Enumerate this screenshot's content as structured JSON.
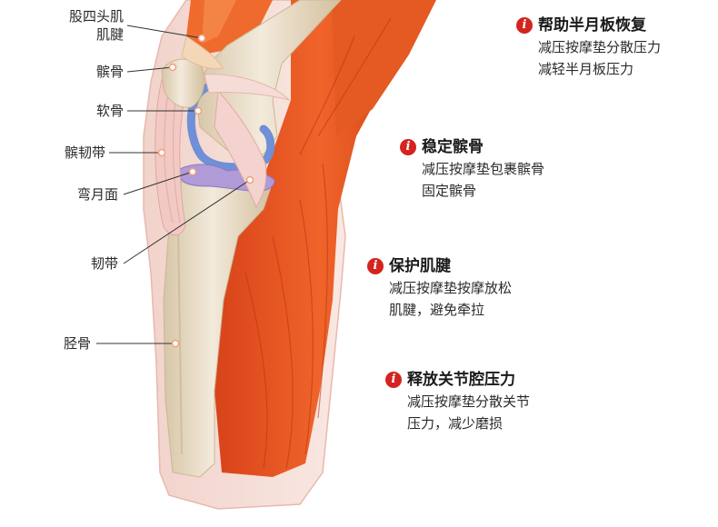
{
  "labels": {
    "quad_tendon_l1": "股四头肌",
    "quad_tendon_l2": "肌腱",
    "patella": "髌骨",
    "cartilage": "软骨",
    "patellar_ligament": "髌韧带",
    "meniscus": "弯月面",
    "ligament": "韧带",
    "tibia": "胫骨"
  },
  "info": [
    {
      "icon": "i",
      "title": "帮助半月板恢复",
      "lines": [
        "减压按摩垫分散压力",
        "减轻半月板压力"
      ]
    },
    {
      "icon": "i",
      "title": "稳定髌骨",
      "lines": [
        "减压按摩垫包裹髌骨",
        "固定髌骨"
      ]
    },
    {
      "icon": "i",
      "title": "保护肌腱",
      "lines": [
        "减压按摩垫按摩放松",
        "肌腱，避免牵拉"
      ]
    },
    {
      "icon": "i",
      "title": "释放关节腔压力",
      "lines": [
        "减压按摩垫分散关节",
        "压力，减少磨损"
      ]
    }
  ],
  "colors": {
    "muscle": "#e8521f",
    "muscle_light": "#f27a3a",
    "muscle_dark": "#c43a12",
    "bone": "#efe3cf",
    "bone_shade": "#d9c7a8",
    "cartilage": "#6f8fd6",
    "meniscus": "#b09ad8",
    "ligament": "#f2c9c4",
    "skin": "#f8e2dc",
    "accent": "#d4241f"
  }
}
